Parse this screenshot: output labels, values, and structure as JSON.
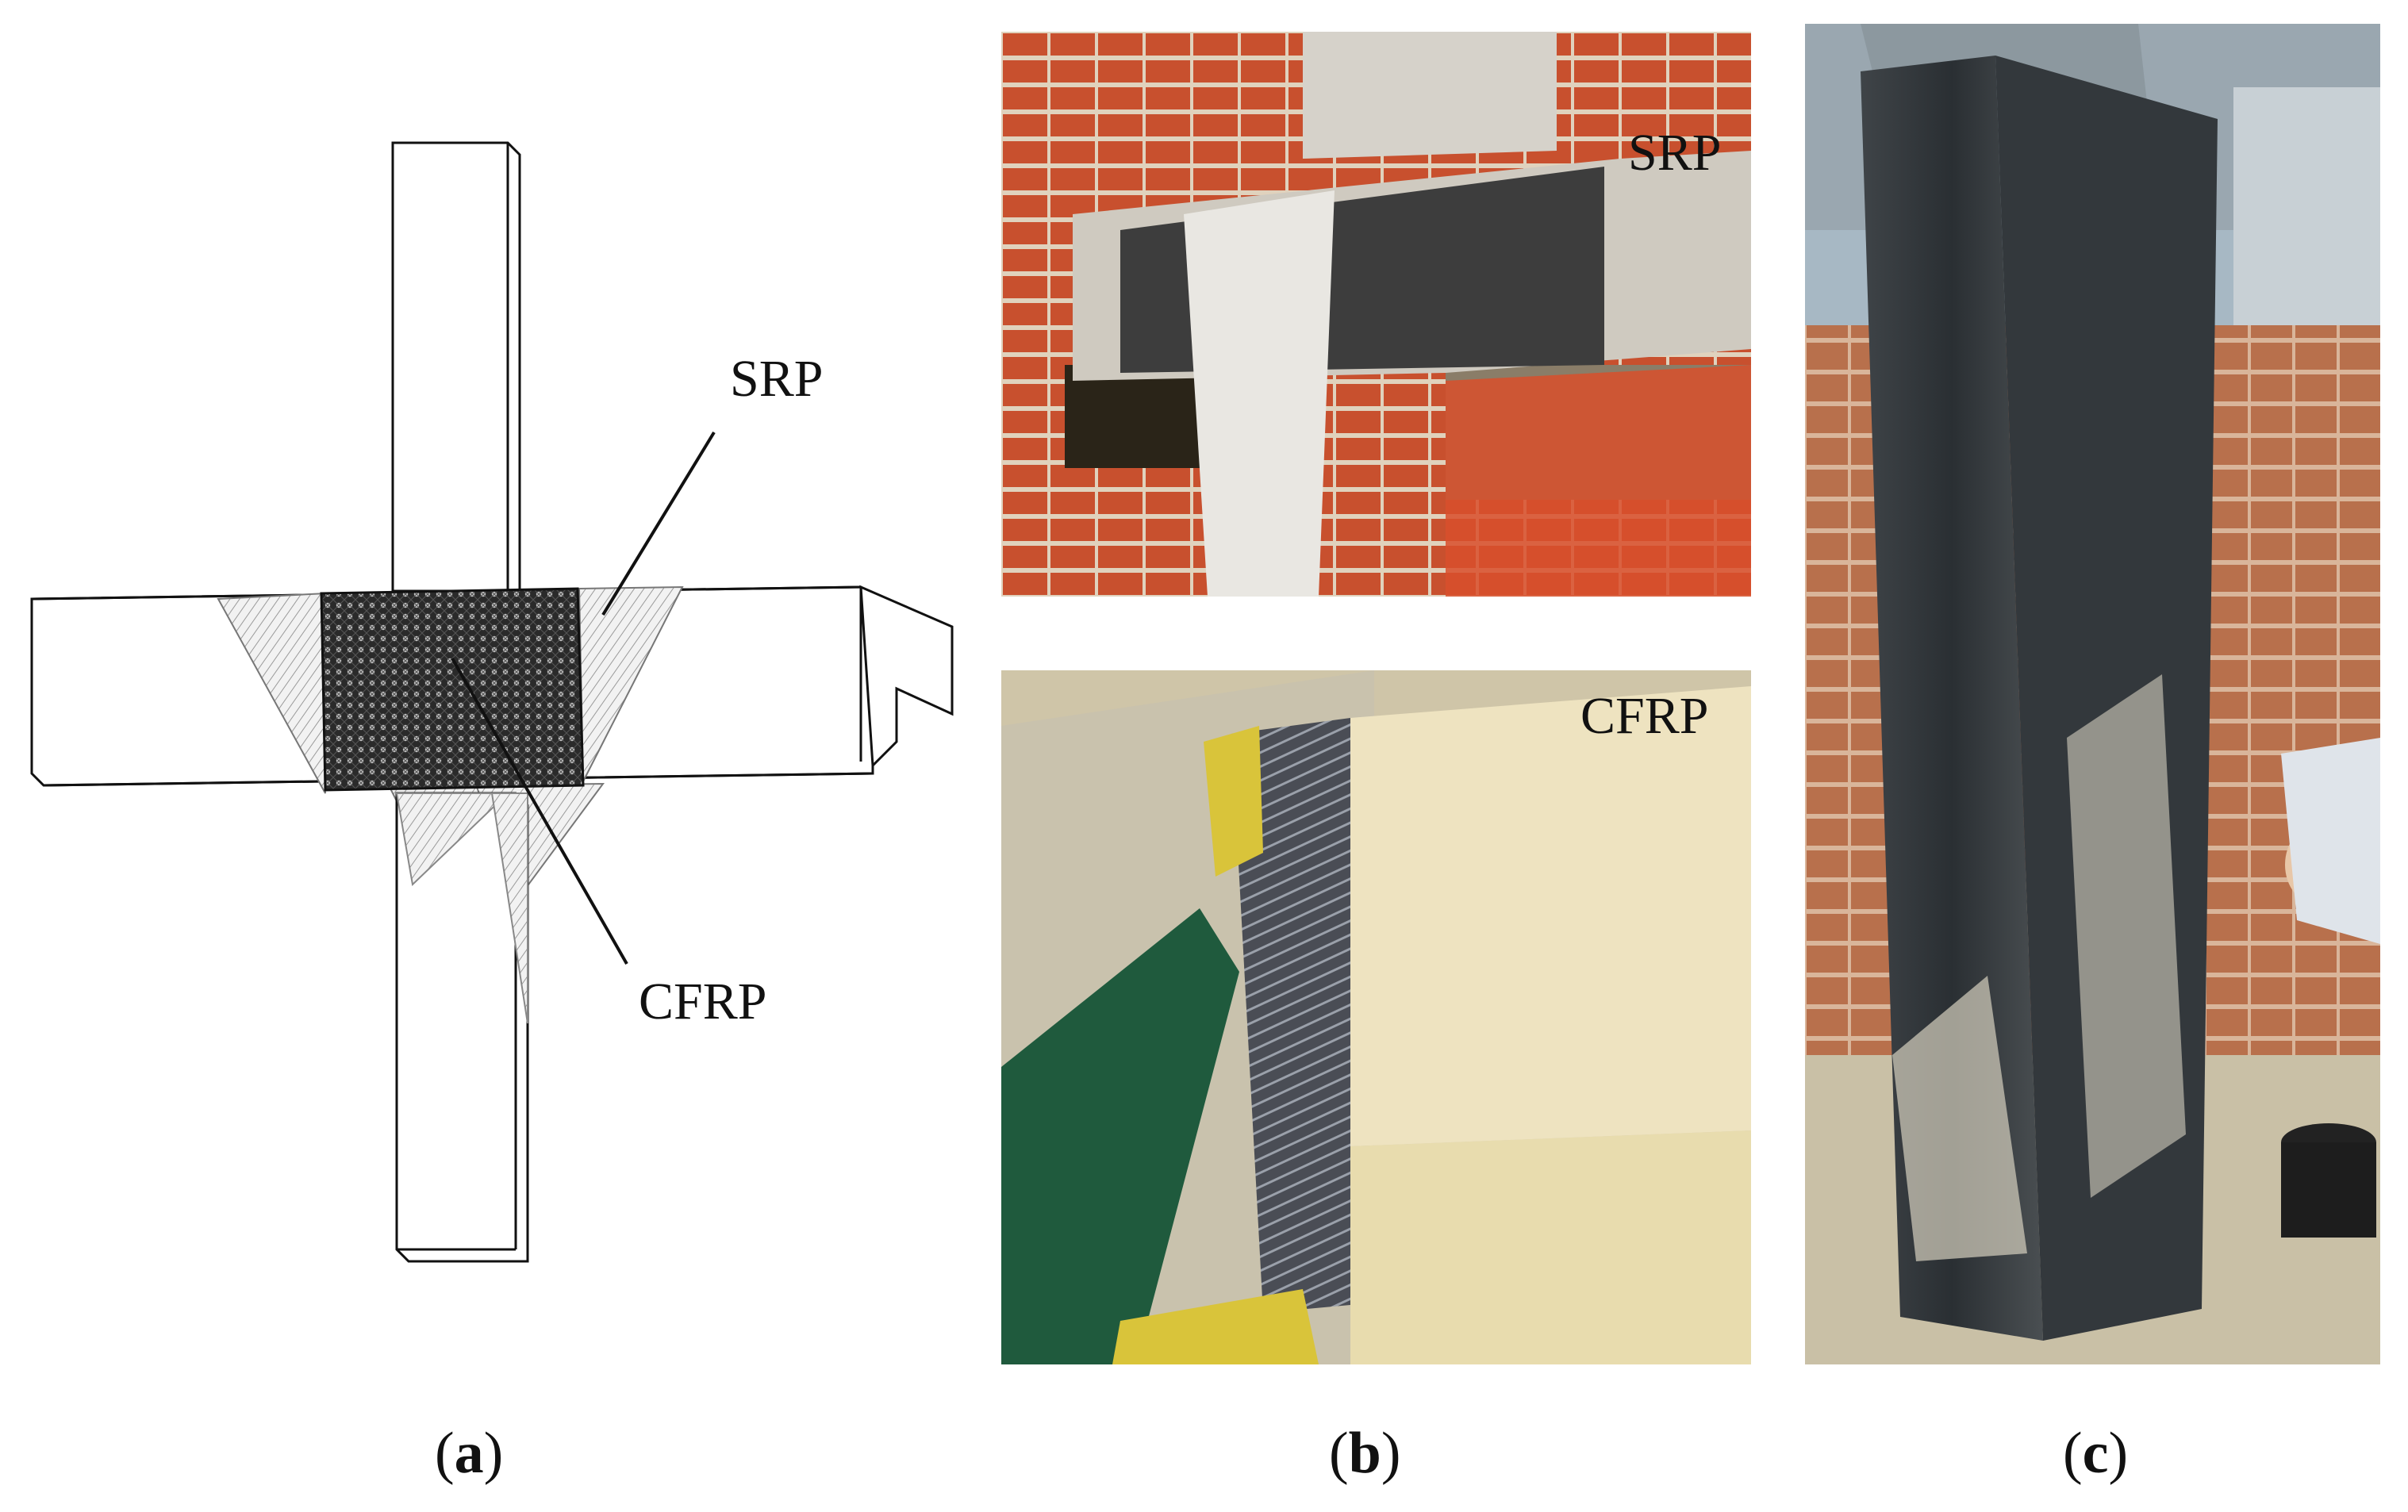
{
  "panel_a": {
    "label_srp": "SRP",
    "label_cfrp": "CFRP",
    "caption_open": "(",
    "caption_letter": "a",
    "caption_close": ")"
  },
  "panel_b": {
    "label_top": "SRP",
    "label_bottom": "CFRP",
    "caption_open": "(",
    "caption_letter": "b",
    "caption_close": ")"
  },
  "panel_c": {
    "caption_open": "(",
    "caption_letter": "c",
    "caption_close": ")"
  },
  "colors": {
    "brick": "#c8502e",
    "mortar": "#e6d9c4",
    "concrete": "#cfcac0",
    "srp_dark": "#3b3b3b",
    "cfrp_wrap": "#2e3338",
    "pale_concrete": "#efe6c8",
    "worker_green": "#1f5a3d",
    "glove_yellow": "#d9c43a"
  }
}
